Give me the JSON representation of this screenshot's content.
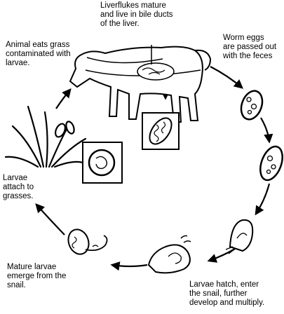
{
  "labels": {
    "flukes_mature": "Liverflukes mature\nand live in bile ducts\nof the liver.",
    "animal_eats": "Animal eats grass\ncontaminated with\nlarvae.",
    "eggs_passed": "Worm eggs\nare passed out\nwith the feces",
    "larvae_attach": "Larvae\nattach to\ngrasses.",
    "larvae_emerge": "Mature larvae\nemerge from the\nsnail.",
    "larvae_hatch": "Larvae hatch, enter\nthe snail, further\ndevelop and multiply."
  },
  "colors": {
    "ink": "#000000",
    "background": "#ffffff"
  }
}
